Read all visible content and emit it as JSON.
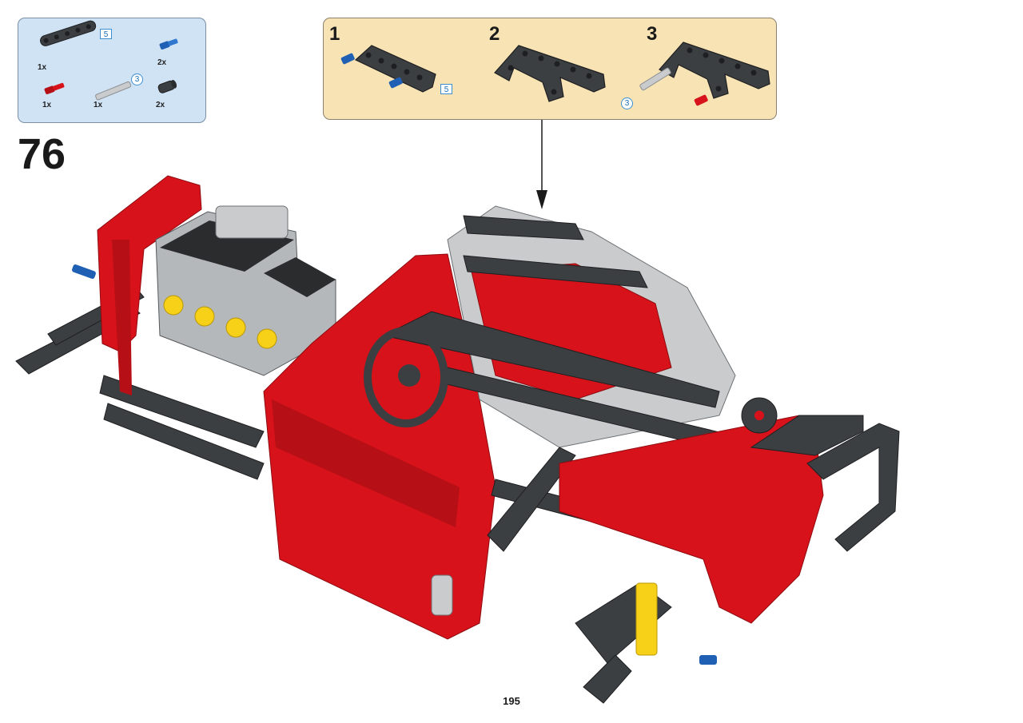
{
  "parts_list": {
    "items": [
      {
        "icon": "dark-gray-beam-icon",
        "qty": "1x",
        "length": "5"
      },
      {
        "icon": "blue-axle-pin-icon",
        "qty": "2x"
      },
      {
        "icon": "red-axle-pin-icon",
        "qty": "1x"
      },
      {
        "icon": "light-gray-axle-icon",
        "qty": "1x",
        "length": "3"
      },
      {
        "icon": "dark-gray-connector-icon",
        "qty": "2x"
      }
    ]
  },
  "step": {
    "number": "76"
  },
  "sub_assembly": {
    "steps": [
      {
        "label": "1",
        "length": "5"
      },
      {
        "label": "2"
      },
      {
        "label": "3",
        "length": "3"
      }
    ]
  },
  "page": {
    "number": "195"
  },
  "colors": {
    "parts_bg": "#cfe3f5",
    "sub_bg": "#f7e3b4",
    "red": "#d8121a",
    "dark_gray": "#3c3f42",
    "blue": "#1f5fb4"
  }
}
